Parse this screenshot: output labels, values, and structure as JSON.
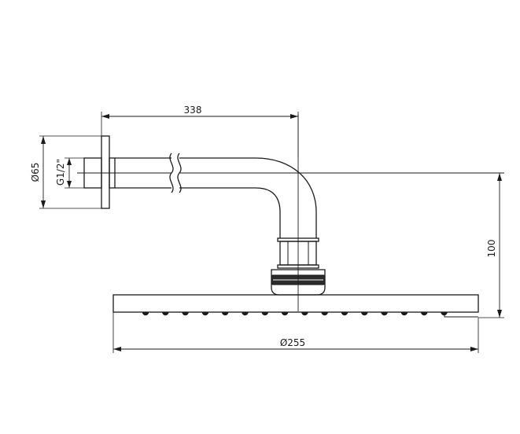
{
  "dimensions": {
    "arm_length": "338",
    "flange_diameter": "Ø65",
    "thread": "G1/2\"",
    "height": "100",
    "head_diameter": "Ø255"
  },
  "nozzle_count": 16
}
